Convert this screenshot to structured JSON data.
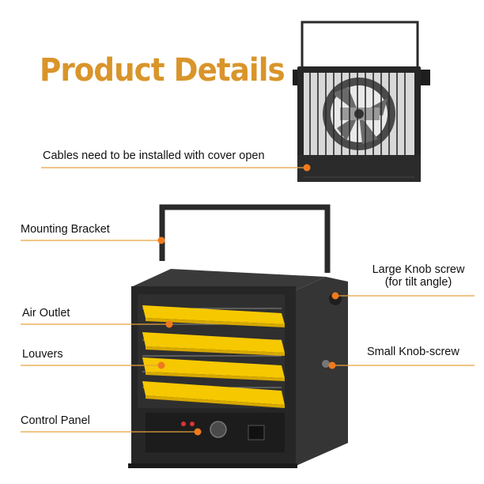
{
  "title": "Product Details",
  "labels": {
    "cables": "Cables need to be installed with cover open",
    "mounting_bracket": "Mounting Bracket",
    "air_outlet": "Air Outlet",
    "louvers": "Louvers",
    "control_panel": "Control Panel",
    "large_knob_line1": "Large Knob screw",
    "large_knob_line2": "(for tilt angle)",
    "small_knob": "Small Knob-screw"
  },
  "colors": {
    "title": "#d9952a",
    "accent_orange": "#f07a1e",
    "leader_line": "#e6a23c",
    "louver_yellow": "#f6c800",
    "heater_body": "#2b2b2b"
  }
}
